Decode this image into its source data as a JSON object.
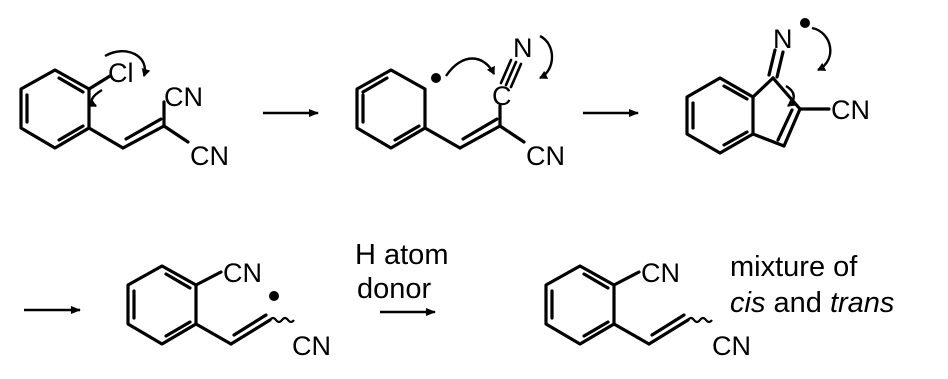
{
  "labels": {
    "chloro": "Cl",
    "nitrile": "CN",
    "nitrogen": "N",
    "carbon": "C"
  },
  "reagent": {
    "line1": "H atom",
    "line2": "donor"
  },
  "note": {
    "line1": "mixture of",
    "cis": "cis",
    "and": " and ",
    "trans": "trans"
  }
}
